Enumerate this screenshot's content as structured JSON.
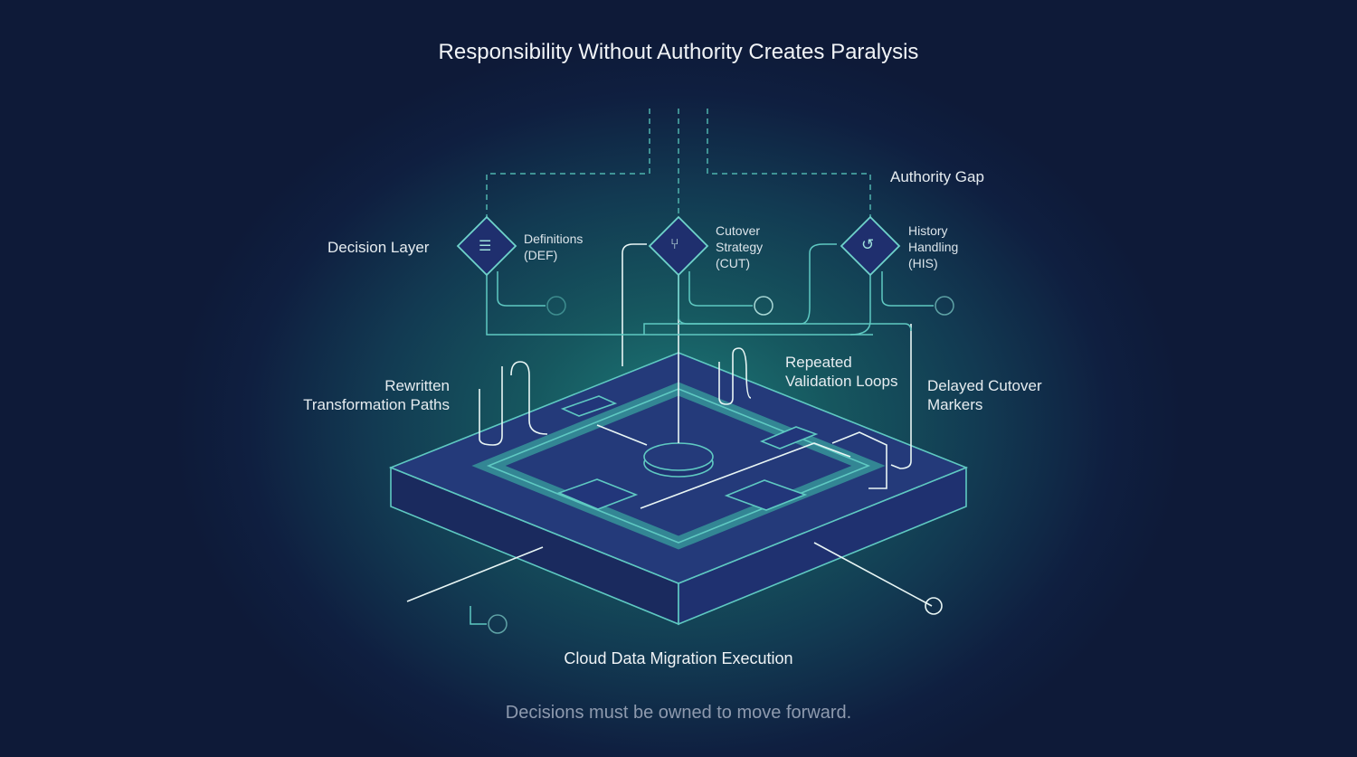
{
  "title": "Responsibility Without Authority Creates Paralysis",
  "labels": {
    "authority_gap": "Authority Gap",
    "decision_layer": "Decision Layer",
    "rewritten": [
      "Rewritten",
      "Transformation Paths"
    ],
    "repeated": [
      "Repeated",
      "Validation Loops"
    ],
    "delayed": [
      "Delayed Cutover",
      "Markers"
    ],
    "execution": "Cloud Data Migration Execution",
    "footer": "Decisions must be owned to move forward."
  },
  "decisions": [
    {
      "icon": "checklist-icon",
      "lines": [
        "Definitions",
        "(DEF)"
      ]
    },
    {
      "icon": "branch-icon",
      "lines": [
        "Cutover",
        "Strategy",
        "(CUT)"
      ]
    },
    {
      "icon": "history-icon",
      "lines": [
        "History",
        "Handling",
        "(HIS)"
      ]
    }
  ],
  "colors": {
    "line": "#5fc9c2",
    "face": "#243a7a",
    "bright": "#e9f6f5"
  }
}
